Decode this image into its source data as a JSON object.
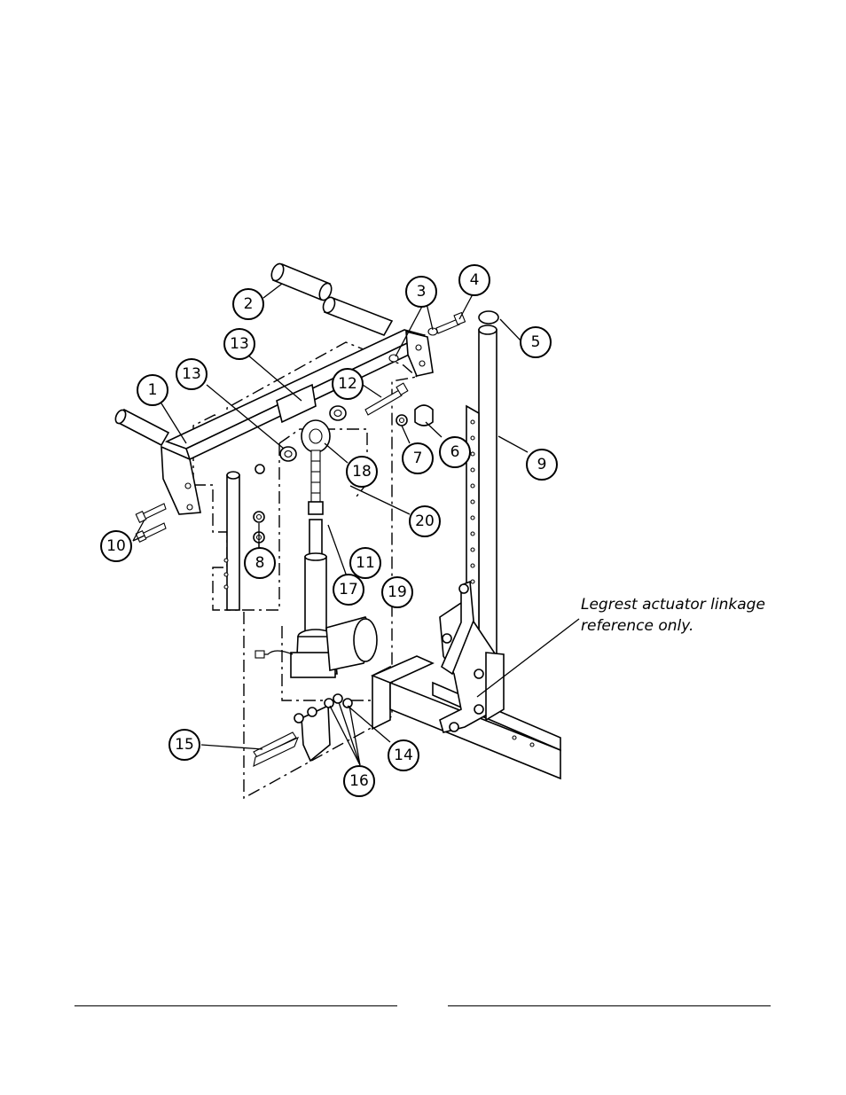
{
  "diagram": {
    "callouts": [
      {
        "id": "c1",
        "label": "1"
      },
      {
        "id": "c2",
        "label": "2"
      },
      {
        "id": "c3",
        "label": "3"
      },
      {
        "id": "c4",
        "label": "4"
      },
      {
        "id": "c5",
        "label": "5"
      },
      {
        "id": "c6",
        "label": "6"
      },
      {
        "id": "c7",
        "label": "7"
      },
      {
        "id": "c8",
        "label": "8"
      },
      {
        "id": "c9",
        "label": "9"
      },
      {
        "id": "c10",
        "label": "10"
      },
      {
        "id": "c11",
        "label": "11"
      },
      {
        "id": "c12",
        "label": "12"
      },
      {
        "id": "c13a",
        "label": "13"
      },
      {
        "id": "c13b",
        "label": "13"
      },
      {
        "id": "c14",
        "label": "14"
      },
      {
        "id": "c15",
        "label": "15"
      },
      {
        "id": "c16",
        "label": "16"
      },
      {
        "id": "c17",
        "label": "17"
      },
      {
        "id": "c18",
        "label": "18"
      },
      {
        "id": "c19",
        "label": "19"
      },
      {
        "id": "c20",
        "label": "20"
      }
    ],
    "note_line1": "Legrest actuator linkage",
    "note_line2": "reference only."
  }
}
